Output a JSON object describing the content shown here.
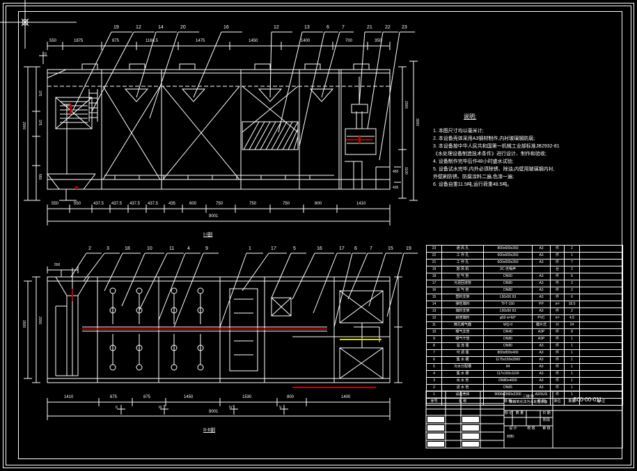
{
  "drawing": {
    "title_cn": "二级/日\n接触氧化法污水处理设备",
    "title_line1": "二级/日",
    "title_line2": "接触氧化法污水处理设备",
    "number": "S00-00-011",
    "material_label": "材料:",
    "view_top_label": "I-I剖",
    "view_bottom_label": "II-II剖"
  },
  "notes": {
    "heading": "说明:",
    "items": [
      "1. 本图尺寸均以毫米计;",
      "2. 本设备壳体采用A3钢材制作,内衬玻璃钢防腐;",
      "3. 本设备按中华人民共和国第一机械工业部标准JB2932-81",
      "   《水处理设备制造技术条件》进行设计、制作和验收;",
      "4. 设备制作完毕后作48小时盛水试验;",
      "5. 设备试水完毕,内外必须除锈、除油,内壁用玻璃钢内衬,",
      "   外壁刷防锈、防腐涂料二遍,色漆一遍;",
      "6. 设备自重11.5吨,运行荷重48.5吨。"
    ]
  },
  "parts_table": {
    "headers": [
      "序号",
      "名 称",
      "规 格",
      "材 料",
      "单位",
      "数量",
      "备 注"
    ],
    "rows": [
      {
        "no": "23",
        "name": "通 风 孔",
        "spec": "800x600x350",
        "mat": "A3",
        "unit": "件",
        "qty": "2",
        "remark": ""
      },
      {
        "no": "22",
        "name": "工 作 孔",
        "spec": "600x600x350",
        "mat": "A3",
        "unit": "件",
        "qty": "1",
        "remark": ""
      },
      {
        "no": "21",
        "name": "工 作 孔",
        "spec": "600x600x350",
        "mat": "A3",
        "unit": "件",
        "qty": "7",
        "remark": ""
      },
      {
        "no": "19",
        "name": "鼓 风 机",
        "spec": "3C-无噪声",
        "mat": "",
        "unit": "台",
        "qty": "2",
        "remark": ""
      },
      {
        "no": "18",
        "name": "空 气 管",
        "spec": "DN50",
        "mat": "A3",
        "unit": "件",
        "qty": "6",
        "remark": ""
      },
      {
        "no": "17",
        "name": "污泥回流管",
        "spec": "DN80",
        "mat": "A3",
        "unit": "件",
        "qty": "2",
        "remark": ""
      },
      {
        "no": "16",
        "name": "出 气 管",
        "spec": "DN80",
        "mat": "A3",
        "unit": "件",
        "qty": "2",
        "remark": ""
      },
      {
        "no": "15",
        "name": "塑料支架",
        "spec": "L50x50  δ3",
        "mat": "A3",
        "unit": "件",
        "qty": "6",
        "remark": ""
      },
      {
        "no": "14",
        "name": "弹性填料",
        "spec": "TFT-150",
        "mat": "PP",
        "unit": "m³",
        "qty": "18.5",
        "remark": ""
      },
      {
        "no": "13",
        "name": "填料支架",
        "spec": "L50x50  δ3",
        "mat": "A3",
        "unit": "件",
        "qty": "2",
        "remark": ""
      },
      {
        "no": "12",
        "name": "斜管填料",
        "spec": "φ50  α=60°",
        "mat": "PVC",
        "unit": "m³",
        "qty": "4.5",
        "remark": ""
      },
      {
        "no": "11",
        "name": "微孔曝气器",
        "spec": "WQ-II",
        "mat": "膜片式",
        "unit": "只",
        "qty": "24",
        "remark": ""
      },
      {
        "no": "10",
        "name": "曝气支管",
        "spec": "DN40",
        "mat": "A3P",
        "unit": "件",
        "qty": "8",
        "remark": ""
      },
      {
        "no": "9",
        "name": "曝气干管",
        "spec": "DN80",
        "mat": "A3P",
        "unit": "件",
        "qty": "1",
        "remark": ""
      },
      {
        "no": "8",
        "name": "溢 流 堰",
        "spec": "DN80",
        "mat": "A3",
        "unit": "件",
        "qty": "1",
        "remark": ""
      },
      {
        "no": "7",
        "name": "可 调 堰",
        "spec": "800x800x400",
        "mat": "A3",
        "unit": "件",
        "qty": "1",
        "remark": ""
      },
      {
        "no": "6",
        "name": "集 水 槽",
        "spec": "1175x150x2000",
        "mat": "A3",
        "unit": "件",
        "qty": "1",
        "remark": ""
      },
      {
        "no": "5",
        "name": "污水分配槽",
        "spec": "δ4",
        "mat": "A3",
        "unit": "件",
        "qty": "1",
        "remark": ""
      },
      {
        "no": "4",
        "name": "集 水 槽",
        "spec": "117x150x1100",
        "mat": "A3",
        "unit": "件",
        "qty": "1",
        "remark": ""
      },
      {
        "no": "3",
        "name": "出 水 管",
        "spec": "DN80x4000",
        "mat": "A3",
        "unit": "件",
        "qty": "1",
        "remark": ""
      },
      {
        "no": "2",
        "name": "进 水 管",
        "spec": "DN65",
        "mat": "A3",
        "unit": "件",
        "qty": "1",
        "remark": ""
      },
      {
        "no": "1",
        "name": "设备壳体",
        "spec": "9000x2000x2200",
        "mat": "A3/SUS",
        "unit": "件",
        "qty": "1",
        "remark": ""
      }
    ]
  },
  "top_view": {
    "callouts": [
      "19",
      "12",
      "14",
      "20",
      "16",
      "12",
      "13",
      "6",
      "7",
      "21",
      "22",
      "23"
    ],
    "dims_top": [
      "550",
      "1875",
      "875",
      "1168.5",
      "1475",
      "1450",
      "1400",
      "700",
      "350"
    ],
    "dims_bottom": [
      "550",
      "550",
      "437.5",
      "437.5",
      "437.5",
      "437.5",
      "435",
      "600",
      "750",
      "750",
      "750",
      "800",
      "1410"
    ],
    "dim_total": "9001",
    "dims_left": [
      "375",
      "375",
      "550"
    ],
    "dim_left_total": "2000",
    "dims_right": [
      "2000",
      "1100"
    ],
    "dim_right_total": "3000",
    "dim_small_right": "450",
    "dim_small_right2": "430",
    "label": "I-I剖"
  },
  "bottom_view": {
    "callouts": [
      "2",
      "3",
      "18",
      "10",
      "11",
      "4",
      "9",
      "1",
      "17",
      "5",
      "16",
      "17",
      "6",
      "7",
      "15",
      "19"
    ],
    "dims_bottom": [
      "1410",
      "875",
      "875",
      "1450",
      "1530",
      "800",
      "1400"
    ],
    "dim_total": "9001",
    "dims_left": [
      "2000",
      "1500"
    ],
    "dim_top_left": "550",
    "section_marks": [
      "II",
      "III",
      "IV",
      "V"
    ],
    "label": "II-II剖"
  },
  "title_block": {
    "col_labels_row1": [
      "标 记",
      "数 量",
      "",
      "日 期"
    ],
    "stage_label": "阶段",
    "sig_labels": [
      "设 计",
      "校 核",
      "审 核"
    ],
    "material": "材料:"
  },
  "colors": {
    "background": "#000000",
    "line": "#ffffff",
    "accent_red": "#c00000",
    "accent_yellow": "#d8d800"
  }
}
